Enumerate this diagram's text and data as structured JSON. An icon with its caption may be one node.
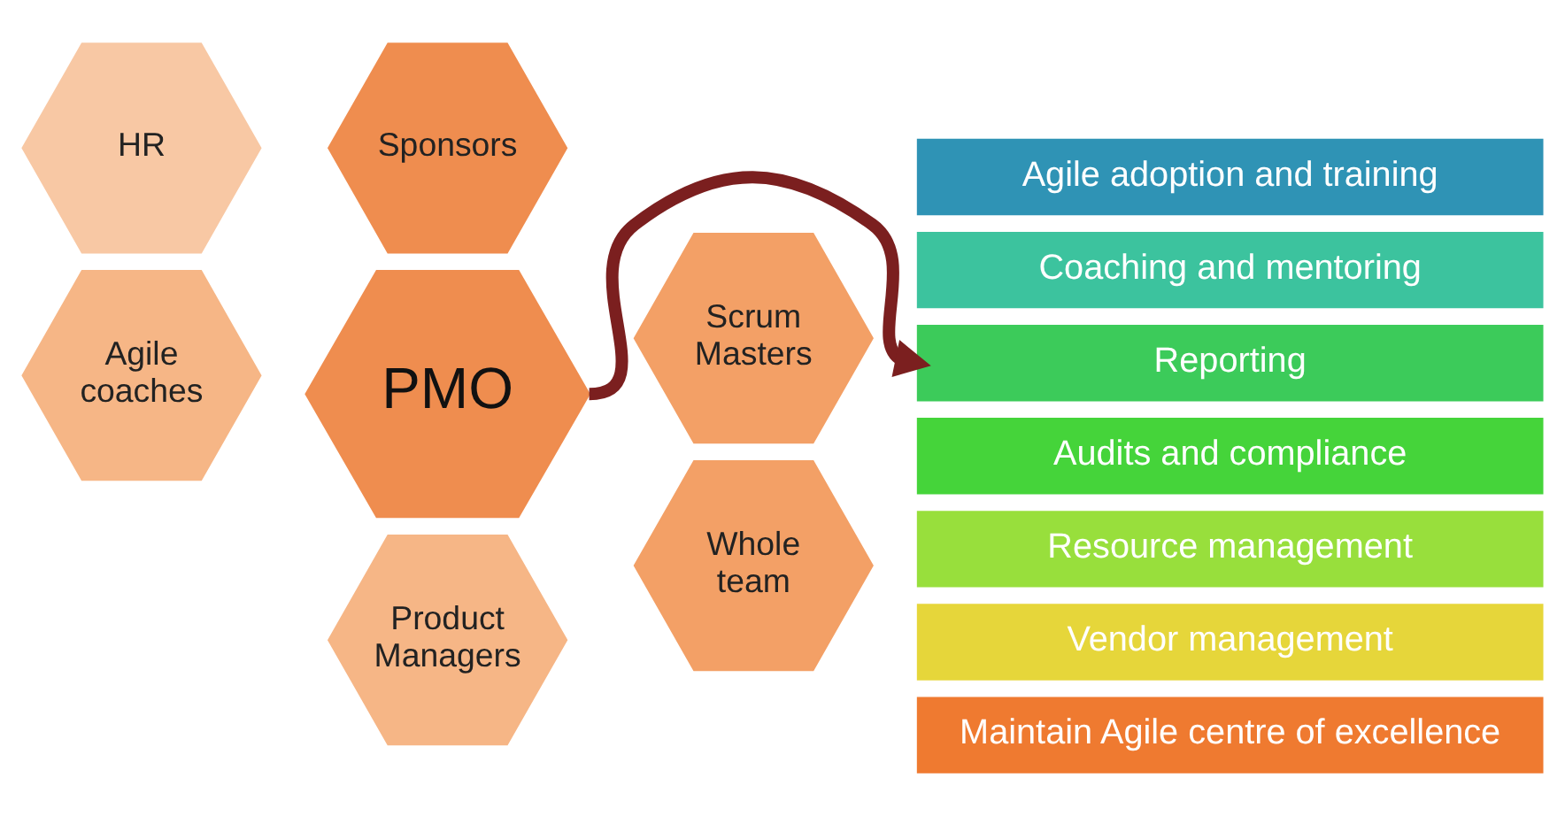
{
  "diagram": {
    "nodes": [
      {
        "text": [
          "Sponsors"
        ]
      },
      {
        "text": [
          "HR"
        ]
      },
      {
        "text": [
          "Scrum Masters"
        ]
      },
      {
        "text": [
          "PMO"
        ]
      },
      {
        "text": [
          "Agile coaches"
        ]
      },
      {
        "text": [
          "Whole team"
        ]
      },
      {
        "text": [
          "Product Managers"
        ]
      },
      {
        "text": [
          "Agile adoption and training"
        ]
      },
      {
        "text": [
          "Coaching and mentoring"
        ]
      },
      {
        "text": [
          "Reporting"
        ]
      },
      {
        "text": [
          "Audits and compliance"
        ]
      },
      {
        "text": [
          "Resource management"
        ]
      },
      {
        "text": [
          "Vendor management"
        ]
      },
      {
        "text": [
          "Maintain Agile centre of excellence"
        ]
      }
    ],
    "edges": [
      {
        "from": 3,
        "to": 9,
        "arrow": "to"
      }
    ]
  }
}
